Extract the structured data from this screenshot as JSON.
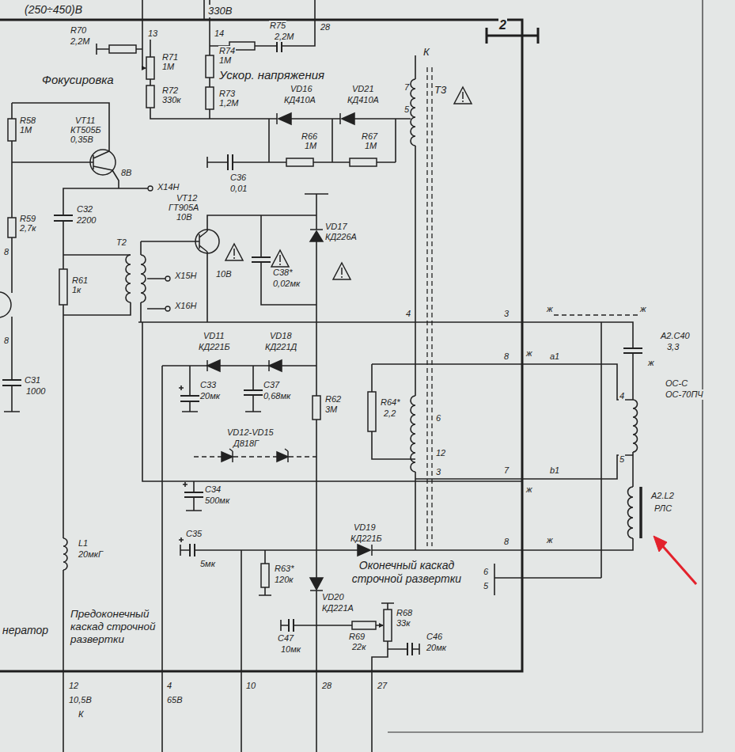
{
  "diagram": {
    "labels": [
      "(250÷450)В",
      "330В",
      "2",
      "R70",
      "2,2М",
      "13",
      "14",
      "R75",
      "2,2М",
      "28",
      "К",
      "Фокусировка",
      "R71",
      "1М",
      "R72",
      "330к",
      "R74",
      "1М",
      "Ускор. напряжения",
      "R73",
      "1,2М",
      "VD16",
      "КД410А",
      "VD21",
      "КД410А",
      "7",
      "Т3",
      "5",
      "R58",
      "1М",
      "VT11",
      "КТ505Б",
      "0,35В",
      "R66",
      "1М",
      "R67",
      "1М",
      "С36",
      "0,01",
      "8В",
      "Х14Н",
      "R59",
      "2,7к",
      "С32",
      "2200",
      "VT12",
      "ГТ905А",
      "10В",
      "Т2",
      "Х15Н",
      "10В",
      "Х16Н",
      "R61",
      "1к",
      "VD17",
      "КД226А",
      "С38*",
      "0,02мк",
      "4",
      "3",
      "ж",
      "ж",
      "VD11",
      "КД221Б",
      "VD18",
      "КД221Д",
      "8",
      "ж",
      "а1",
      "А2.С40",
      "3,3",
      "ж",
      "С33",
      "20мк",
      "С37",
      "0,68мк",
      "R62",
      "3М",
      "ОС-С",
      "ОС-70ПЧ",
      "4",
      "R64*",
      "2,2",
      "6",
      "VD12-VD15",
      "Д818Г",
      "5",
      "12",
      "3",
      "7",
      "b1",
      "С34",
      "500мк",
      "ж",
      "А2.L2",
      "РЛС",
      "L1",
      "20мкГ",
      "VD19",
      "КД221Б",
      "8",
      "ж",
      "С35",
      "5мк",
      "R63*",
      "120к",
      "Оконечный каскад строчной развертки",
      "6",
      "5",
      "VD20",
      "КД221А",
      "Предоконечный каскад строчной развертки",
      "нератор",
      "С47",
      "10мк",
      "R69",
      "22к",
      "R68",
      "33к",
      "С46",
      "20мк",
      "12",
      "4",
      "10",
      "28",
      "27",
      "10,5В",
      "65В",
      "К",
      "8",
      "8",
      "С31",
      "1000"
    ]
  }
}
